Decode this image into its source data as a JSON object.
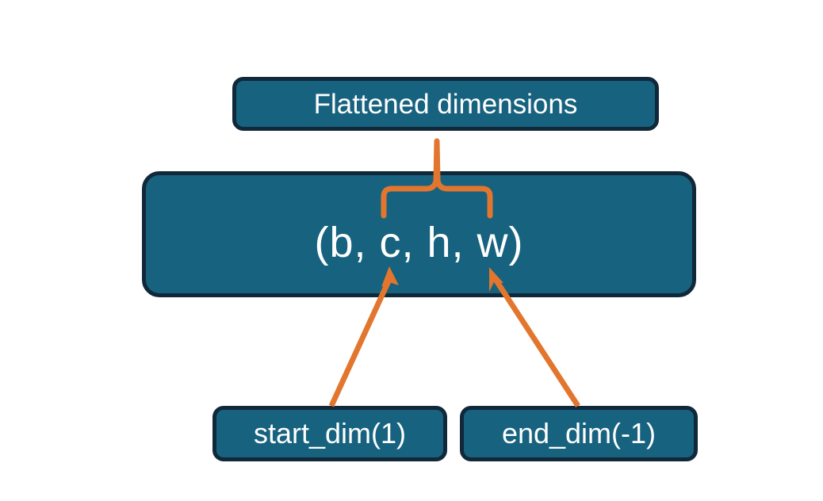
{
  "diagram": {
    "title": "Flatten dimensions diagram",
    "background_color": "#ffffff",
    "node_fill_color": "#17627f",
    "node_border_color": "#10283a",
    "node_text_color": "#ffffff",
    "connector_color": "#e2762e",
    "nodes": {
      "flattened": {
        "label": "Flattened dimensions",
        "name": "flattened-dimensions-box"
      },
      "shape": {
        "label": "(b, c, h, w)",
        "name": "tensor-shape-box"
      },
      "start_dim": {
        "label": "start_dim(1)",
        "name": "start-dim-box"
      },
      "end_dim": {
        "label": "end_dim(-1)",
        "name": "end-dim-box"
      }
    },
    "connectors": [
      {
        "name": "brace-connector",
        "type": "curly-brace",
        "from": "tensor-shape-box",
        "to": "flattened-dimensions-box",
        "color": "#e2762e"
      },
      {
        "name": "start-dim-arrow",
        "type": "arrow",
        "from": "start-dim-box",
        "to": "tensor-shape-box",
        "color": "#e2762e"
      },
      {
        "name": "end-dim-arrow",
        "type": "arrow",
        "from": "end-dim-box",
        "to": "tensor-shape-box",
        "color": "#e2762e"
      }
    ]
  }
}
